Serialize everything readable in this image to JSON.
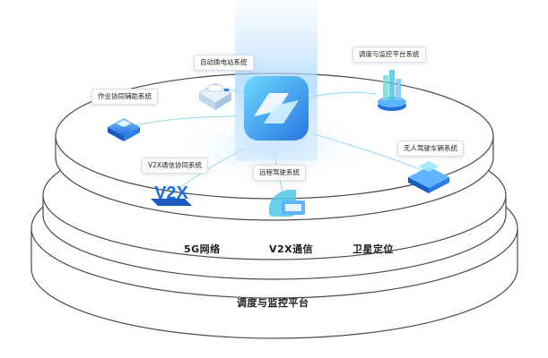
{
  "colors": {
    "accent_blue": "#1f6fe0",
    "light_blue": "#5fb4ff",
    "cyan": "#3fd0ea",
    "platform_line": "#4a4a4a"
  },
  "platform": {
    "top_tier_labels": [
      "5G网络",
      "V2X通信",
      "卫星定位"
    ],
    "bottom_label": "调度与监控平台"
  },
  "systems": [
    {
      "id": "swap",
      "label": "自动换电站系统",
      "icon": "battery-swap-station-icon"
    },
    {
      "id": "dispatch",
      "label": "调度与监控平台系统",
      "icon": "dispatch-monitor-tower-icon"
    },
    {
      "id": "cowork",
      "label": "作业协同辅助系统",
      "icon": "cooperation-assist-icon"
    },
    {
      "id": "v2x",
      "label": "V2X通信协同系统",
      "icon": "v2x-badge-icon",
      "badge_text": "V2X"
    },
    {
      "id": "remote",
      "label": "远程驾驶系统",
      "icon": "remote-driving-icon"
    },
    {
      "id": "driverless",
      "label": "无人驾驶车辆系统",
      "icon": "driverless-vehicle-icon"
    }
  ],
  "center": {
    "icon": "central-link-logo-icon"
  }
}
